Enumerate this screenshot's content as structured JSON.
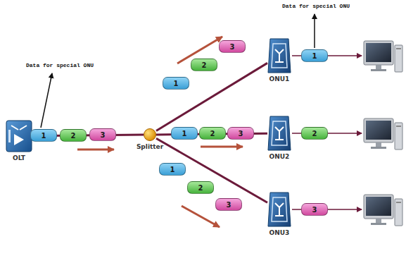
{
  "diagram": {
    "nodes": [
      {
        "text": [
          "OLT"
        ]
      },
      {
        "text": [
          "1"
        ]
      },
      {
        "text": [
          "2"
        ]
      },
      {
        "text": [
          "3"
        ]
      },
      {
        "text": [
          "Splitter"
        ]
      },
      {
        "text": [
          "1"
        ]
      },
      {
        "text": [
          "2"
        ]
      },
      {
        "text": [
          "3"
        ]
      },
      {
        "text": [
          "ONU1"
        ]
      },
      {
        "text": [
          "1"
        ]
      },
      {
        "text": [
          "1"
        ]
      },
      {
        "text": [
          "2"
        ]
      },
      {
        "text": [
          "3"
        ]
      },
      {
        "text": [
          "ONU2"
        ]
      },
      {
        "text": [
          "2"
        ]
      },
      {
        "text": [
          "1"
        ]
      },
      {
        "text": [
          "2"
        ]
      },
      {
        "text": [
          "3"
        ]
      },
      {
        "text": [
          "ONU3"
        ]
      },
      {
        "text": [
          "3"
        ]
      }
    ],
    "edges": [
      {
        "from": 0,
        "to": 4,
        "arrow": "none"
      },
      {
        "from": 4,
        "to": 8,
        "arrow": "none"
      },
      {
        "from": 4,
        "to": 13,
        "arrow": "none"
      },
      {
        "from": 4,
        "to": 18,
        "arrow": "none"
      }
    ],
    "labels": [
      "Data for special ONU",
      "Data for special ONU"
    ]
  }
}
